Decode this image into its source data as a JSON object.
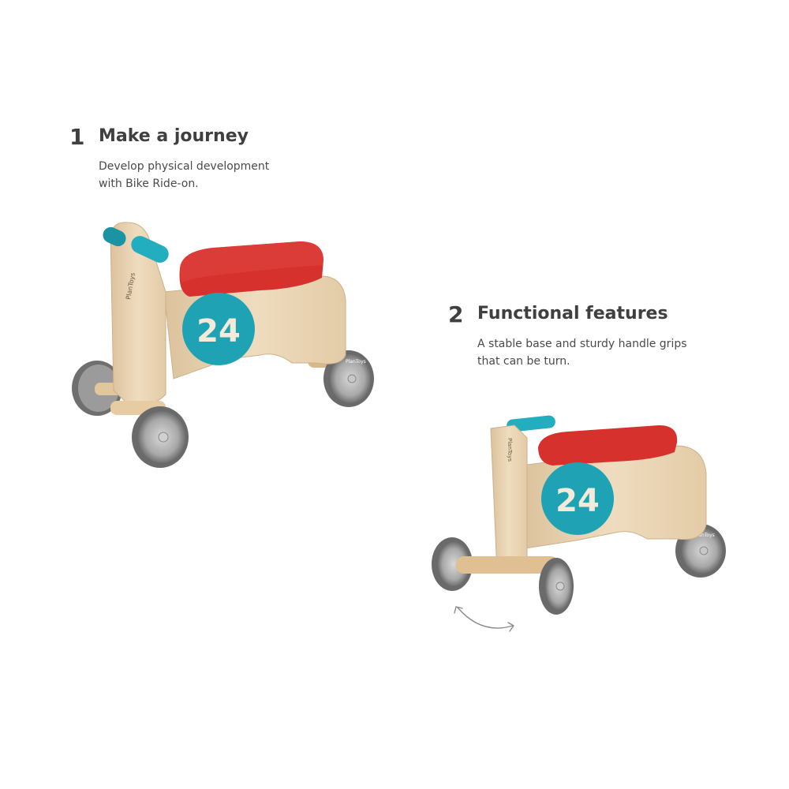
{
  "features": [
    {
      "number": "1",
      "title": "Make a journey",
      "description_lines": [
        "Develop physical development",
        "with Bike Ride-on."
      ]
    },
    {
      "number": "2",
      "title": "Functional features",
      "description_lines": [
        "A stable base and sturdy handle grips",
        "that can be turn."
      ]
    }
  ],
  "product": {
    "race_number": "24",
    "brand": "PlanToys"
  },
  "colors": {
    "wood": "#e8d2b0",
    "seat_red": "#d6312d",
    "teal": "#1fa3b4",
    "wheel_grey": "#8a8a8a",
    "text_dark": "#3f3f3f"
  },
  "icons": {
    "rotate_arrow": "curved-double-arrow-icon"
  }
}
